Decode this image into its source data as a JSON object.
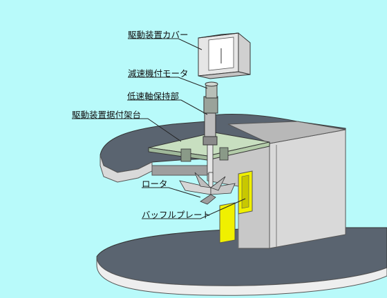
{
  "labels": {
    "drive_cover": "駆動装置カバー",
    "geared_motor": "減速機付モータ",
    "low_speed_bearing": "低速軸保持部",
    "drive_mount": "駆動装置据付架台",
    "rotor": "ロータ",
    "baffle_plate": "バッフルプレート"
  },
  "colors": {
    "background": "#b8fafa",
    "structure": "#d9d9d9",
    "structure_dark": "#9e9e9e",
    "floor": "#5a6470",
    "mount_frame": "#c8dfc0",
    "baffle": "#f0f000",
    "leader": "#222222"
  }
}
